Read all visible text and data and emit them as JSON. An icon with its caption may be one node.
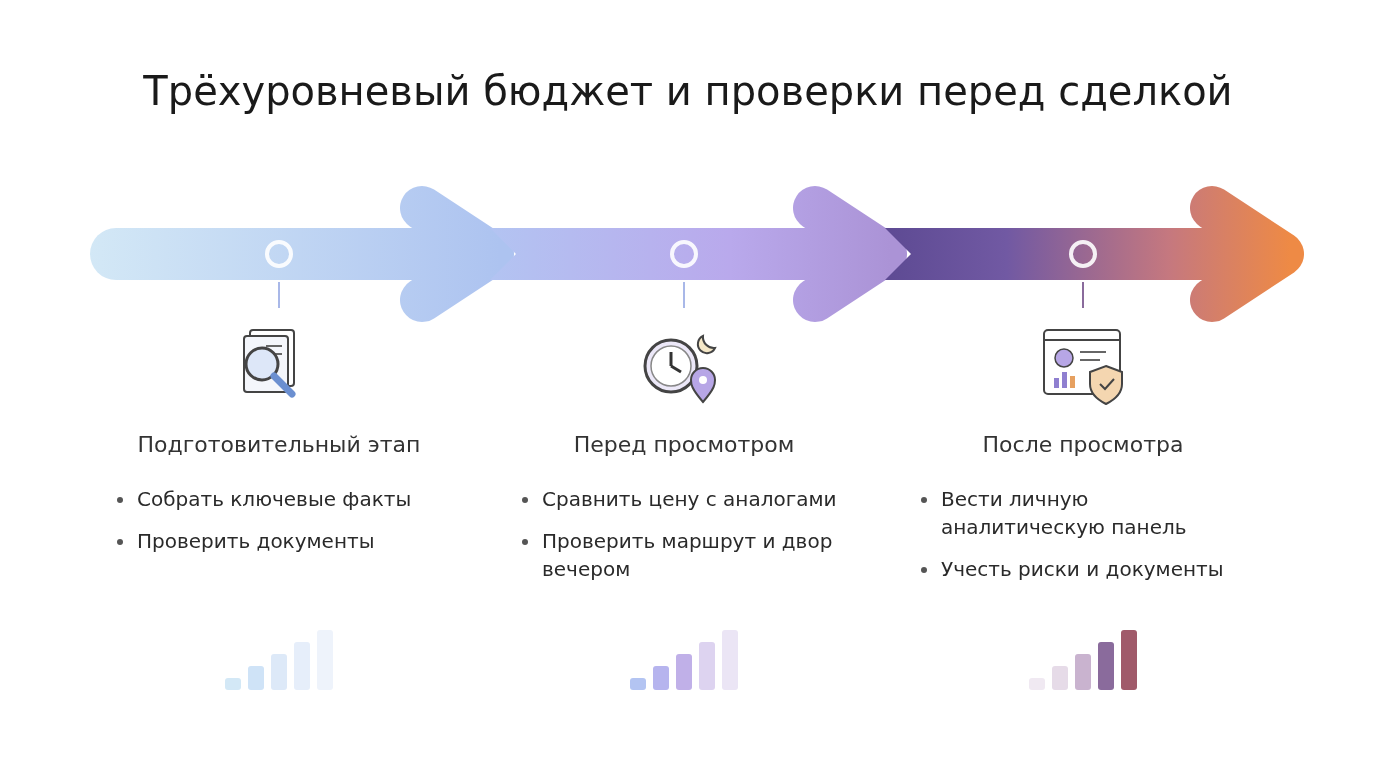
{
  "diagram": {
    "title": "Трёхуровневый бюджет и проверки перед сделкой",
    "nodes": [
      {
        "text": [
          "Подготовительный этап",
          "Собрать ключевые факты",
          "Проверить документы"
        ]
      },
      {
        "text": [
          "Перед просмотром",
          "Сравнить цену с аналогами",
          "Проверить маршрут и двор вечером"
        ]
      },
      {
        "text": [
          "После просмотра",
          "Вести личную аналитическую панель",
          "Учесть риски и документы"
        ]
      }
    ]
  }
}
